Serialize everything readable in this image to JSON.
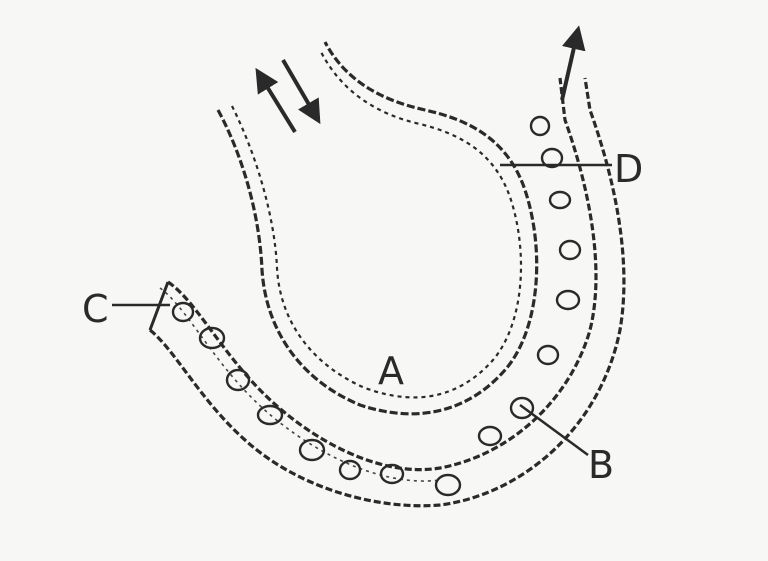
{
  "diagram": {
    "labels": {
      "a": "A",
      "b": "B",
      "c": "C",
      "d": "D"
    },
    "arrows": [
      "bidirectional",
      "outward"
    ],
    "colors": {
      "ink": "#2a2a2a",
      "background": "#f7f7f5"
    }
  }
}
